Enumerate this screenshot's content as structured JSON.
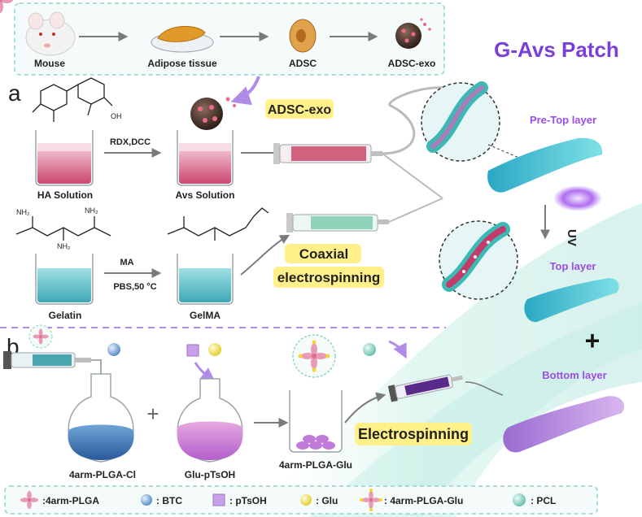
{
  "title": "G-Avs Patch",
  "panel_labels": {
    "a": "a",
    "b": "b"
  },
  "top_pipeline": [
    "Mouse",
    "Adipose tissue",
    "ADSC",
    "ADSC-exo"
  ],
  "panel_a": {
    "ha_solution": "HA Solution",
    "reaction": "RDX,DCC",
    "avs_solution": "Avs Solution",
    "exosome_label": "ADSC-exo",
    "gelatin": "Gelatin",
    "ma": "MA",
    "conditions": "PBS,50 °C",
    "gelma": "GelMA",
    "process_line1": "Coaxial",
    "process_line2": "electrospinning",
    "pre_top_layer": "Pre-Top layer",
    "uv": "UV",
    "top_layer": "Top layer",
    "plus": "+",
    "bottom_layer": "Bottom layer",
    "nh2": "NH₂",
    "oh": "OH"
  },
  "panel_b": {
    "flask1": "4arm-PLGA-Cl",
    "plus": "+",
    "flask2": "Glu-pTsOH",
    "beaker": "4arm-PLGA-Glu",
    "process": "Electrospinning"
  },
  "legend": [
    {
      "symbol": "pink-cross",
      "label": ":4arm-PLGA"
    },
    {
      "symbol": "blue-sphere",
      "label": ": BTC"
    },
    {
      "symbol": "purple-cube",
      "label": ": pTsOH"
    },
    {
      "symbol": "yellow-sphere",
      "label": ": Glu"
    },
    {
      "symbol": "cross-with-dots",
      "label": ": 4arm-PLGA-Glu"
    },
    {
      "symbol": "teal-sphere",
      "label": ": PCL"
    }
  ],
  "colors": {
    "title_purple": "#7a3fd6",
    "label_purple": "#9b4de8",
    "highlight_yellow": "#fff08a",
    "teal": "#46c6c9",
    "pink": "#d9507a",
    "dashed_border": "#8fd3cc"
  }
}
